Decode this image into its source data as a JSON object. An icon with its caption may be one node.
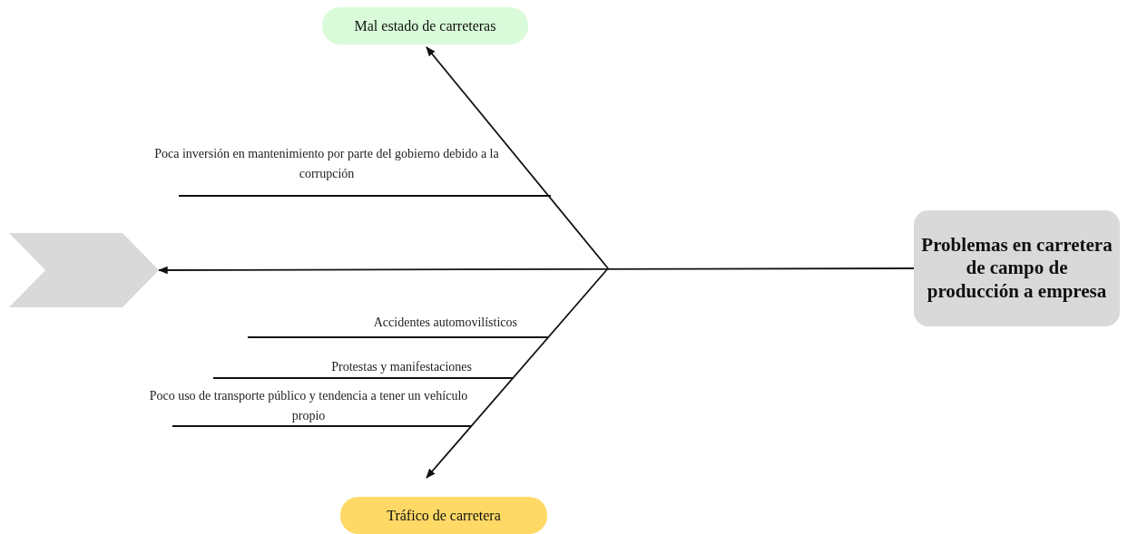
{
  "diagram": {
    "nodes": [
      {
        "text": [
          "Problemas en carretera de campo de producción a empresa"
        ]
      },
      {
        "text": [
          "Mal estado de carreteras"
        ]
      },
      {
        "text": [
          "Tráfico de carretera"
        ]
      },
      {
        "text": [],
        "shape": "chevron"
      }
    ],
    "edges": [
      {
        "from": 0,
        "to": 3,
        "arrow": "to"
      },
      {
        "from": null,
        "to": 1,
        "arrow": "to"
      },
      {
        "from": null,
        "to": 2,
        "arrow": "to"
      }
    ],
    "labels": [
      "Poca inversión en mantenimiento por parte del gobierno debido a la corrupción",
      "Accidentes automovilísticos",
      "Protestas y manifestaciones",
      "Poco uso de transporte público y tendencia a tener un vehículo propio"
    ]
  }
}
